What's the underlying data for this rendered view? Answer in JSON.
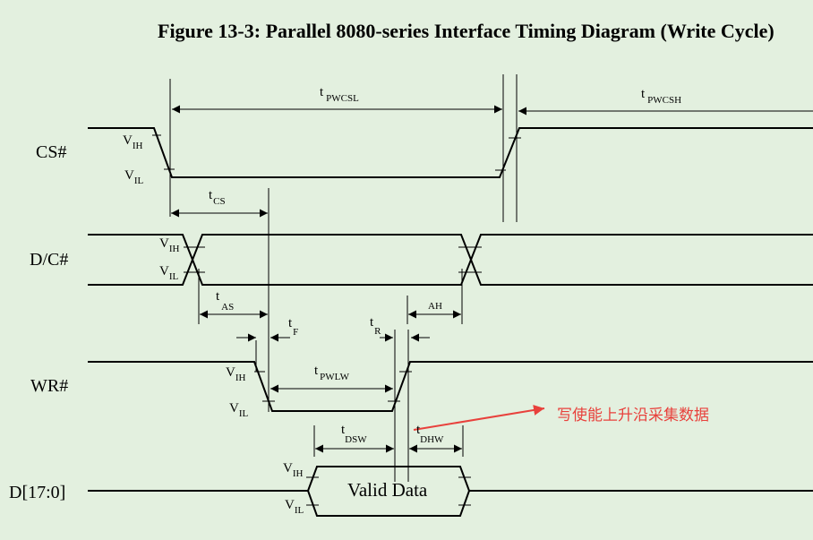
{
  "title": "Figure 13-3: Parallel 8080-series Interface Timing Diagram (Write Cycle)",
  "signals": {
    "cs": "CS#",
    "dc": "D/C#",
    "wr": "WR#",
    "data": "D[17:0]"
  },
  "levels": {
    "v": "V",
    "ih": "IH",
    "il": "IL"
  },
  "timing": {
    "t": "t",
    "pwcsl": "PWCSL",
    "pwcsh": "PWCSH",
    "cs": "CS",
    "as": "AS",
    "ah": "AH",
    "f": "F",
    "r": "R",
    "pwlw": "PWLW",
    "dsw": "DSW",
    "dhw": "DHW"
  },
  "valid_data": "Valid Data",
  "annotation": "写使能上升沿采集数据",
  "colors": {
    "background": "#e3f0df",
    "annotation": "#e8413c"
  }
}
